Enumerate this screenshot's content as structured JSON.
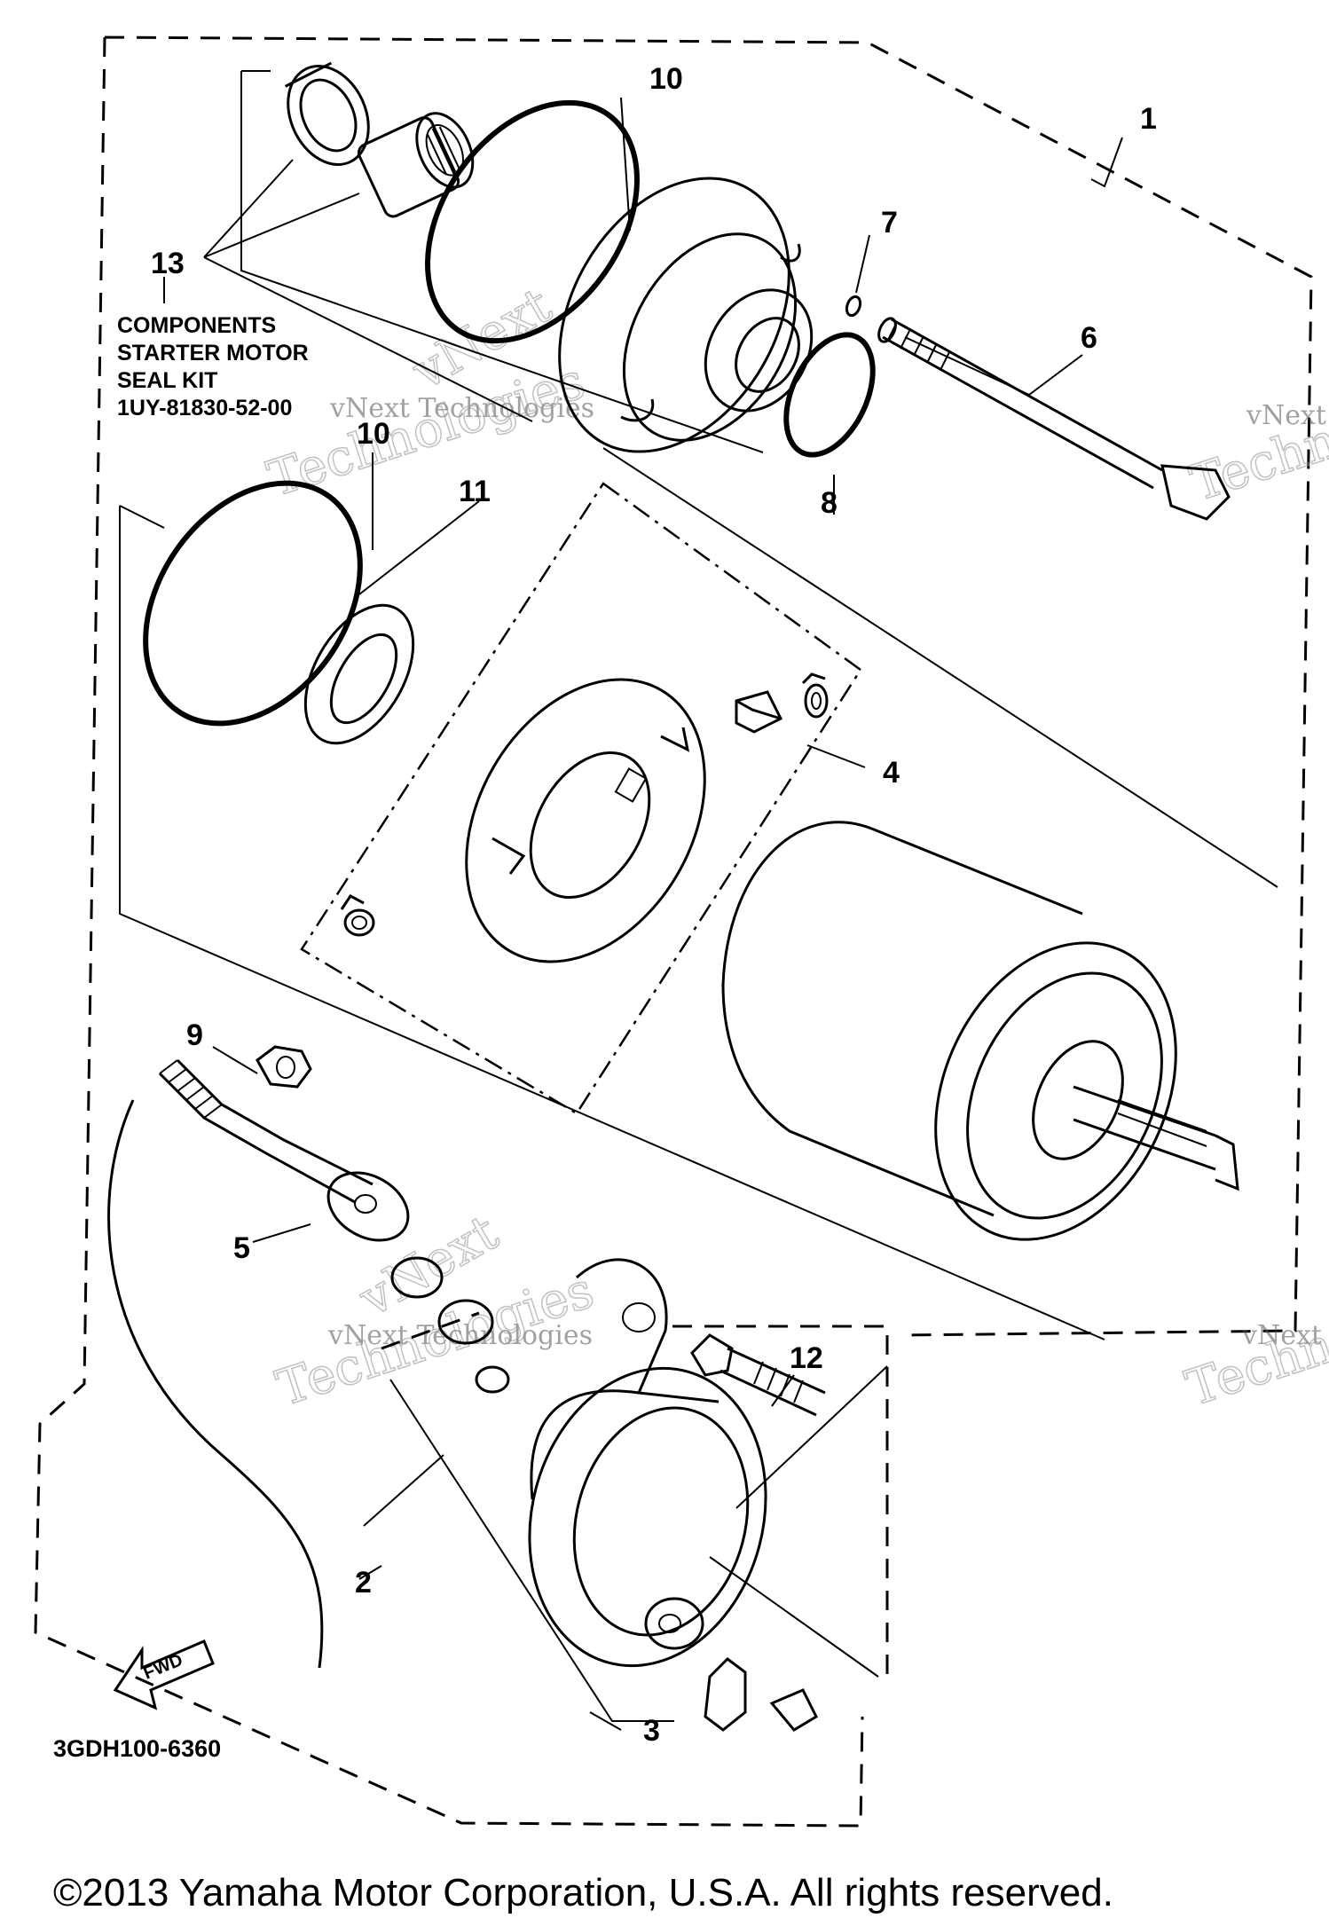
{
  "callouts": {
    "c1": "1",
    "c2": "2",
    "c3": "3",
    "c4": "4",
    "c5": "5",
    "c6": "6",
    "c7": "7",
    "c8": "8",
    "c9": "9",
    "c10a": "10",
    "c10b": "10",
    "c11": "11",
    "c12": "12",
    "c13": "13"
  },
  "seal_kit_note": {
    "line1": "COMPONENTS",
    "line2": "STARTER MOTOR",
    "line3": "SEAL KIT",
    "line4": "1UY-81830-52-00"
  },
  "diagram_code": "3GDH100-6360",
  "fwd_label": "FWD",
  "watermarks": {
    "brand": "vNext Technologies",
    "line1": "vNext",
    "line2": "Technologies"
  },
  "copyright": "©2013 Yamaha Motor Corporation, U.S.A. All rights reserved."
}
